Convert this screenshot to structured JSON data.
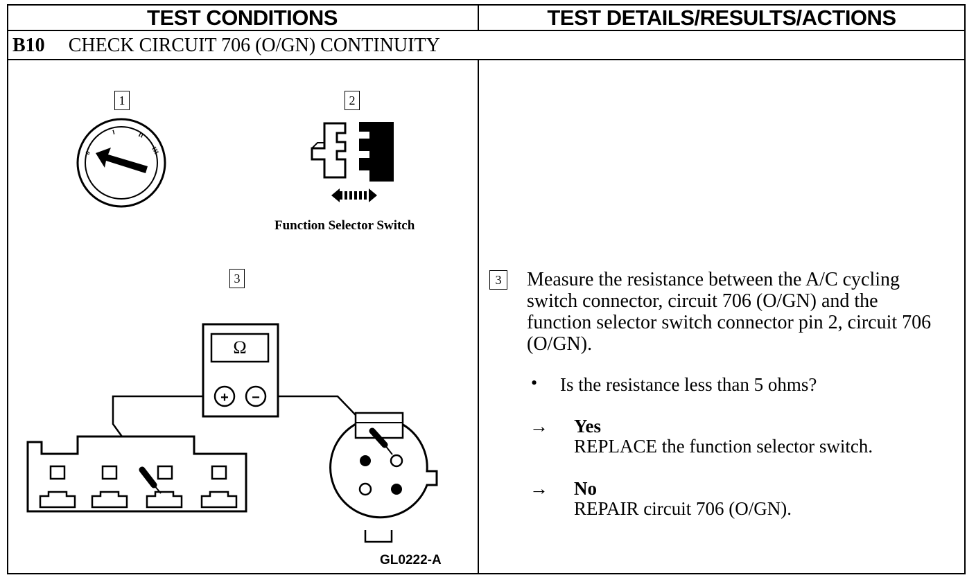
{
  "header": {
    "left_title": "TEST CONDITIONS",
    "right_title": "TEST DETAILS/RESULTS/ACTIONS"
  },
  "step": {
    "id": "B10",
    "title": "CHECK CIRCUIT 706 (O/GN) CONTINUITY"
  },
  "figures": {
    "fig1_number": "1",
    "fig2_number": "2",
    "fig3_number": "3",
    "fig2_caption": "Function Selector Switch",
    "meter_symbol": "Ω",
    "meter_plus": "+",
    "meter_minus": "−",
    "ignition_positions": [
      "0",
      "I",
      "II",
      "III"
    ],
    "figure_code": "GL0222-A"
  },
  "details": {
    "step_number": "3",
    "instruction": "Measure the resistance between the A/C cycling switch connector, circuit 706 (O/GN) and the function selector switch connector pin 2, circuit 706 (O/GN).",
    "bullet": "•",
    "question": "Is the resistance less than 5 ohms?",
    "arrow": "→",
    "answers": [
      {
        "label": "Yes",
        "action": "REPLACE the function selector switch."
      },
      {
        "label": "No",
        "action": "REPAIR circuit 706 (O/GN)."
      }
    ]
  },
  "icons": [
    "ignition-switch-icon",
    "connector-disconnect-icon",
    "ohmmeter-icon",
    "connector-icon"
  ],
  "colors": {
    "ink": "#000000",
    "paper": "#ffffff"
  }
}
